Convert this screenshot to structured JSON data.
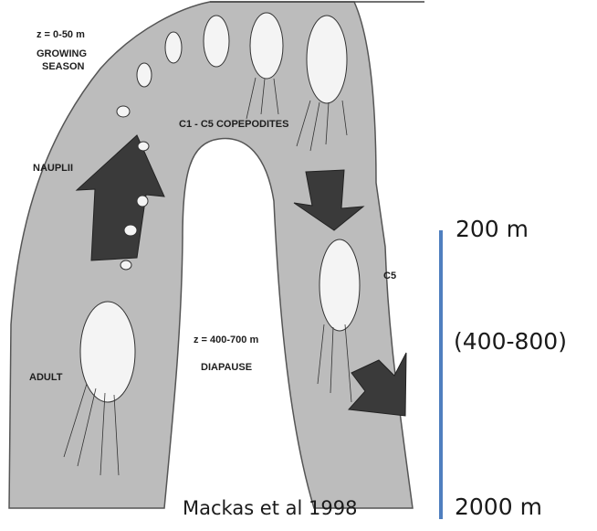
{
  "diagram": {
    "labels": {
      "surface_depth": "z = 0-50 m",
      "growing": "GROWING",
      "season": "SEASON",
      "copepodites": "C1 - C5 COPEPODITES",
      "nauplii": "NAUPLII",
      "c5": "C5",
      "adult": "ADULT",
      "deep_depth": "z = 400-700 m",
      "diapause": "DIAPAUSE"
    }
  },
  "scale": {
    "top_label": "200 m",
    "middle_label": "(400-800)",
    "bottom_label": "2000 m",
    "bar_color": "#4f7fbf"
  },
  "citation": "Mackas et al 1998",
  "colors": {
    "region_fill": "#bcbcbc",
    "arrow_fill": "#3a3a3a"
  }
}
